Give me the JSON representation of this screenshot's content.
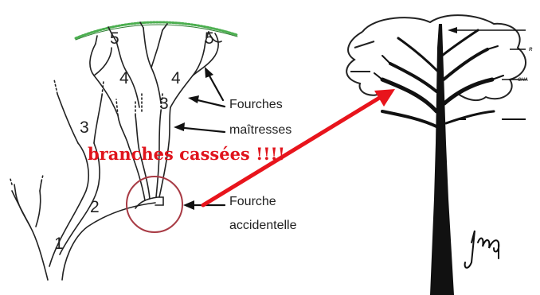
{
  "labels": {
    "forks_main_line1": "Fourches",
    "forks_main_line2": "maîtresses",
    "fork_accidental_line1": "Fourche",
    "fork_accidental_line2": "accidentelle",
    "broken_branches": "branches   cassées !!!!",
    "right_small_1": "R",
    "right_small_2": "CHA"
  },
  "numbers": {
    "n1": "1",
    "n2": "2",
    "n3a": "3",
    "n3b": "3",
    "n4a": "4",
    "n4b": "4",
    "n5a": "5",
    "n5b": "5"
  },
  "colors": {
    "line": "#222222",
    "arrow_red": "#e8141c",
    "circle": "#a83a44",
    "canopy_green": "#4caf50",
    "trunk": "#111111"
  },
  "icons": {
    "signature": "signature-icon"
  }
}
